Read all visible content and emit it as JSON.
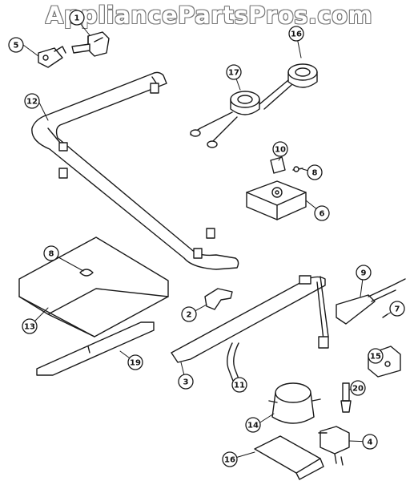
{
  "watermark": {
    "text": "AppliancePartsPros.com"
  },
  "callouts": [
    "1",
    "5",
    "12",
    "16",
    "17",
    "10",
    "8",
    "6",
    "8",
    "13",
    "19",
    "2",
    "3",
    "9",
    "7",
    "15",
    "11",
    "20",
    "14",
    "4",
    "16"
  ],
  "colors": {
    "line": "#1a1a1a",
    "callout_fill": "#ffffff",
    "watermark_outline": "#777777"
  }
}
